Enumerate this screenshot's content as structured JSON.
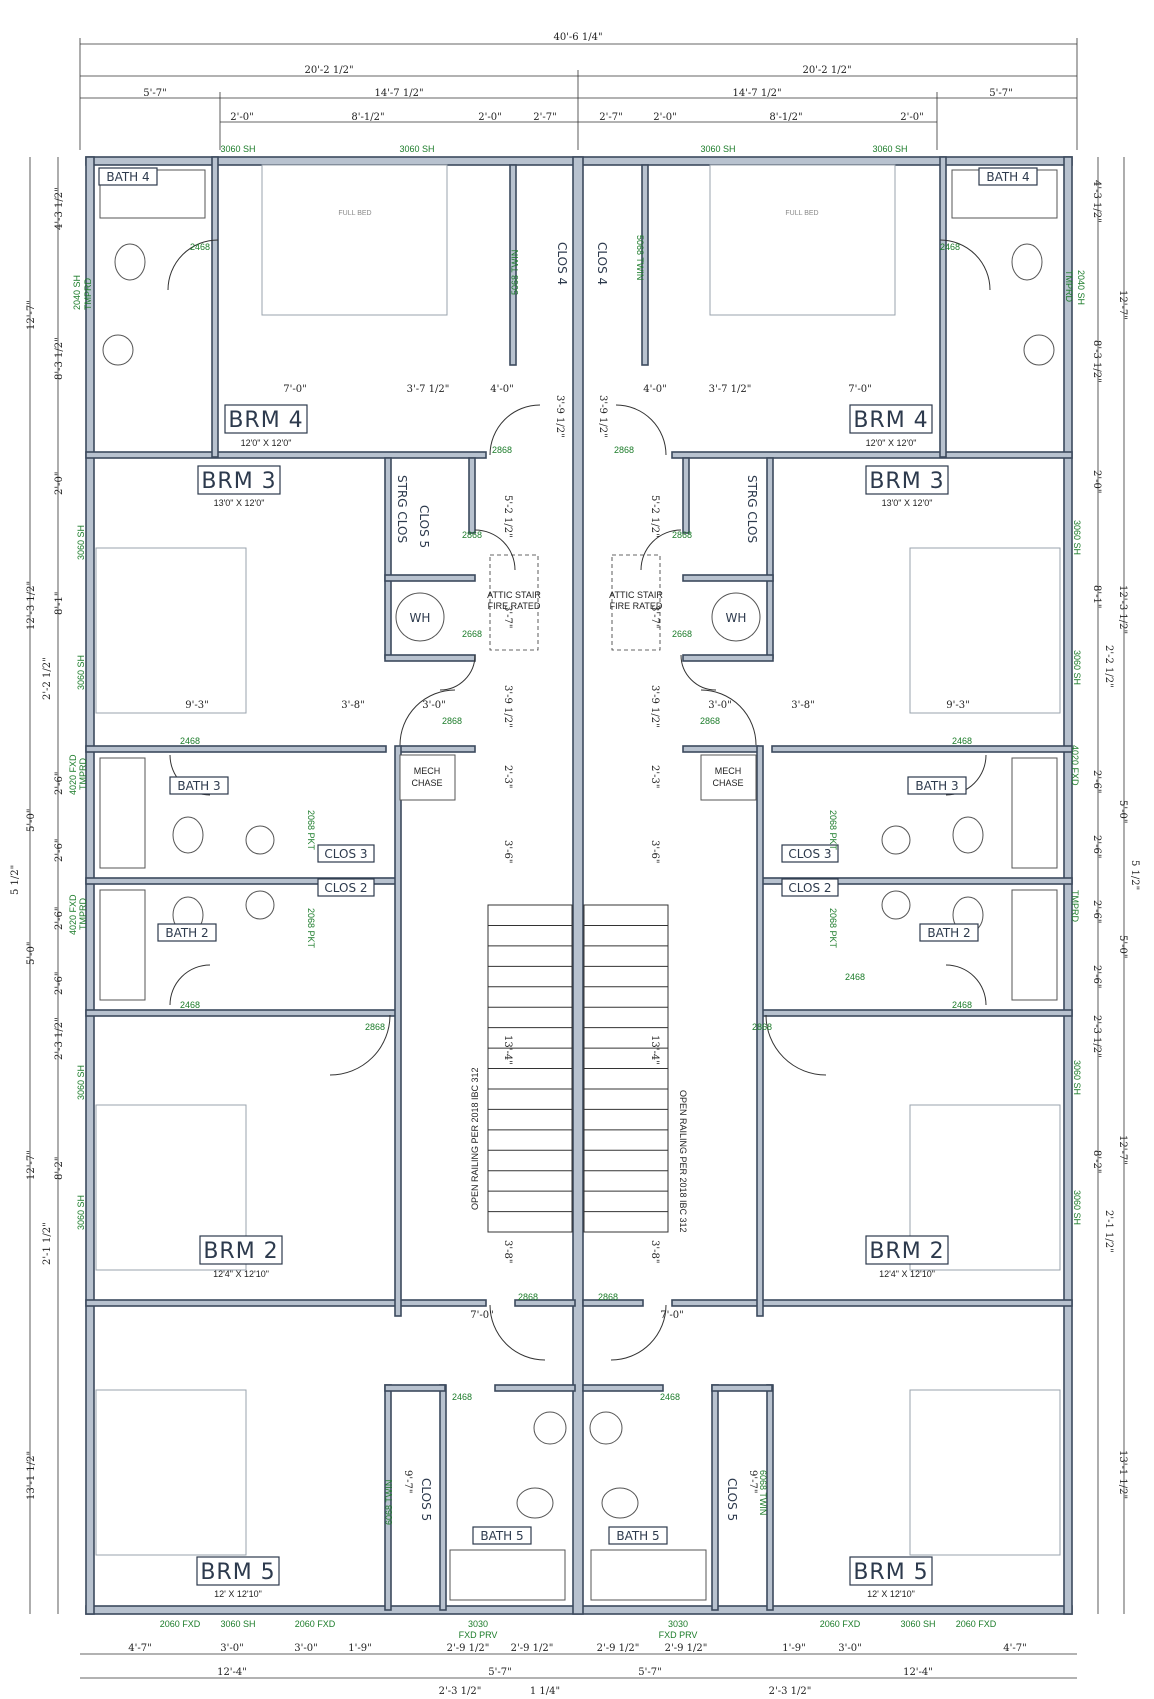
{
  "overall_width": "40'-6 1/4\"",
  "half_width": "20'-2 1/2\"",
  "top_dims": {
    "segment_a": "5'-7\"",
    "segment_b": "14'-7 1/2\"",
    "sub_a": "2'-0\"",
    "sub_b": "8'-1/2\"",
    "sub_c": "2'-0\"",
    "sub_d": "2'-7\""
  },
  "window_tags": {
    "w3060": "3060 SH",
    "w2040": "2040 SH",
    "tmprd": "TMPRD",
    "w4020": "4020 FXD",
    "w2060": "2060 FXD",
    "w3030": "3030",
    "fxdprv": "FXD PRV",
    "twin5068": "5068 TWIN",
    "twin6068": "6068 TWIN"
  },
  "door_tags": {
    "d2468": "2468",
    "d2868": "2868",
    "d2668": "2668",
    "pkt2068": "2068 PKT"
  },
  "rooms": {
    "brm4": {
      "name": "BRM 4",
      "size": "12'0\" X 12'0\""
    },
    "brm3": {
      "name": "BRM 3",
      "size": "13'0\" X 12'0\""
    },
    "brm2": {
      "name": "BRM 2",
      "size": "12'4\" X 12'10\""
    },
    "brm5": {
      "name": "BRM 5",
      "size": "12' X 12'10\""
    },
    "bath4": "BATH 4",
    "bath3": "BATH 3",
    "bath2": "BATH 2",
    "bath5": "BATH 5",
    "clos3": "CLOS 3",
    "clos2": "CLOS 2",
    "clos5": "CLOS 5",
    "clos4": "CLOS 4",
    "strg": "STRG CLOS",
    "wh": "WH",
    "mech1": "MECH",
    "mech2": "CHASE",
    "attic1": "ATTIC STAIR",
    "attic2": "FIRE RATED",
    "bed_full": "FULL BED"
  },
  "interior_dims": {
    "brm4_a": "7'-0\"",
    "brm4_b": "3'-7 1/2\"",
    "brm4_c": "4'-0\"",
    "brm3_a": "9'-3\"",
    "brm3_b": "3'-8\"",
    "brm3_c": "3'-0\"",
    "hall_a": "3'-9 1/2\"",
    "hall_b": "5'-2 1/2\"",
    "hall_c": "3'-7\"",
    "hall_d": "2'-3\"",
    "hall_e": "3'-6\"",
    "stair_len": "13'-4\"",
    "hall_f": "3'-8\"",
    "brm5_a": "7'-0\"",
    "clos5_d": "9'-7\""
  },
  "side_dims": {
    "s1": "4'-3 1/2\"",
    "s2": "12'-7\"",
    "s3": "8'-3 1/2\"",
    "s4": "2'-0\"",
    "s5": "12'-3 1/2\"",
    "s6": "8'-1\"",
    "s7": "2'-2 1/2\"",
    "s8": "2'-6\"",
    "s9": "5'-0\"",
    "s10": "5 1/2\"",
    "s11": "2'-3 1/2\"",
    "s12": "8'-2\"",
    "s13": "2'-1 1/2\"",
    "s14": "13'-1 1/2\""
  },
  "railing_note": "OPEN RAILING PER 2018 IBC 312",
  "bottom_dims": {
    "b1": "4'-7\"",
    "b2": "3'-0\"",
    "b3": "3'-0\"",
    "b4": "1'-9\"",
    "b5": "2'-9 1/2\"",
    "b6": "2'-9 1/2\"",
    "b7": "12'-4\"",
    "b8": "5'-7\"",
    "b9": "2'-3 1/2\"",
    "b10": "1 1/4\""
  }
}
